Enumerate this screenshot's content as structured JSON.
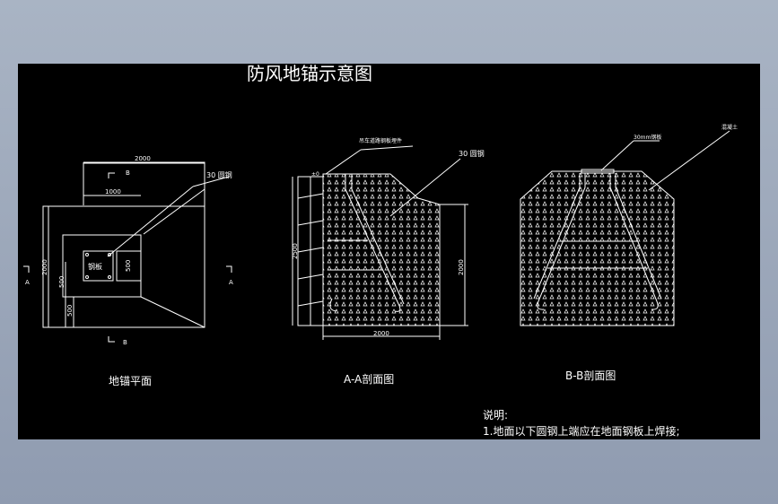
{
  "title": "防风地锚示意图",
  "plan": {
    "caption": "地锚平面",
    "dim_top": "2000",
    "dim_inner": "1000",
    "dim_left": "2000",
    "dim_500_a": "500",
    "dim_500_b": "500",
    "dim_500_c": "500",
    "plate_label": "钢板",
    "rebar_label": "30 圆钢",
    "section_a": "A",
    "section_b": "B"
  },
  "section_aa": {
    "caption": "A-A剖面图",
    "callout_top": "吊车道路钢板埋件",
    "rebar_label": "30 圆钢",
    "dim_bottom": "2000",
    "dim_left": "2500",
    "dim_right": "2000",
    "level_mark": "±0"
  },
  "section_bb": {
    "caption": "B-B剖面图",
    "callout_left": "30mm钢板",
    "callout_right": "混凝土"
  },
  "notes": {
    "heading": "说明:",
    "line1": "1.地面以下圆钢上端应在地面钢板上焊接;"
  },
  "colors": {
    "background": "#000000",
    "line": "#ffffff",
    "frame": "#9aa6b8"
  }
}
